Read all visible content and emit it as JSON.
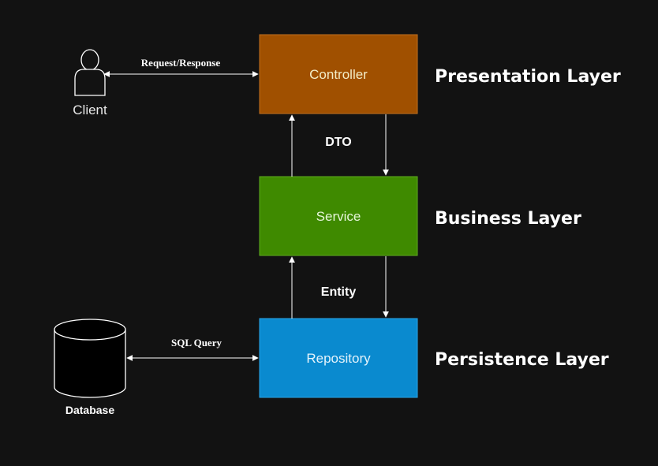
{
  "client": {
    "label": "Client"
  },
  "database": {
    "label": "Database"
  },
  "edges": {
    "request_response": "Request/Response",
    "sql_query": "SQL Query",
    "dto": "DTO",
    "entity": "Entity"
  },
  "boxes": {
    "controller": {
      "label": "Controller",
      "fill": "#A05000",
      "stroke": "#C07020",
      "text_color": "#F3EDC8"
    },
    "service": {
      "label": "Service",
      "fill": "#3F8A00",
      "stroke": "#5FAA20",
      "text_color": "#E6F5D8"
    },
    "repository": {
      "label": "Repository",
      "fill": "#0A8ACF",
      "stroke": "#2AA5E8",
      "text_color": "#E4F3FB"
    }
  },
  "layers": {
    "presentation": "Presentation Layer",
    "business": "Business Layer",
    "persistence": "Persistence Layer"
  },
  "colors": {
    "background": "#121212",
    "line": "#FFFFFF"
  }
}
